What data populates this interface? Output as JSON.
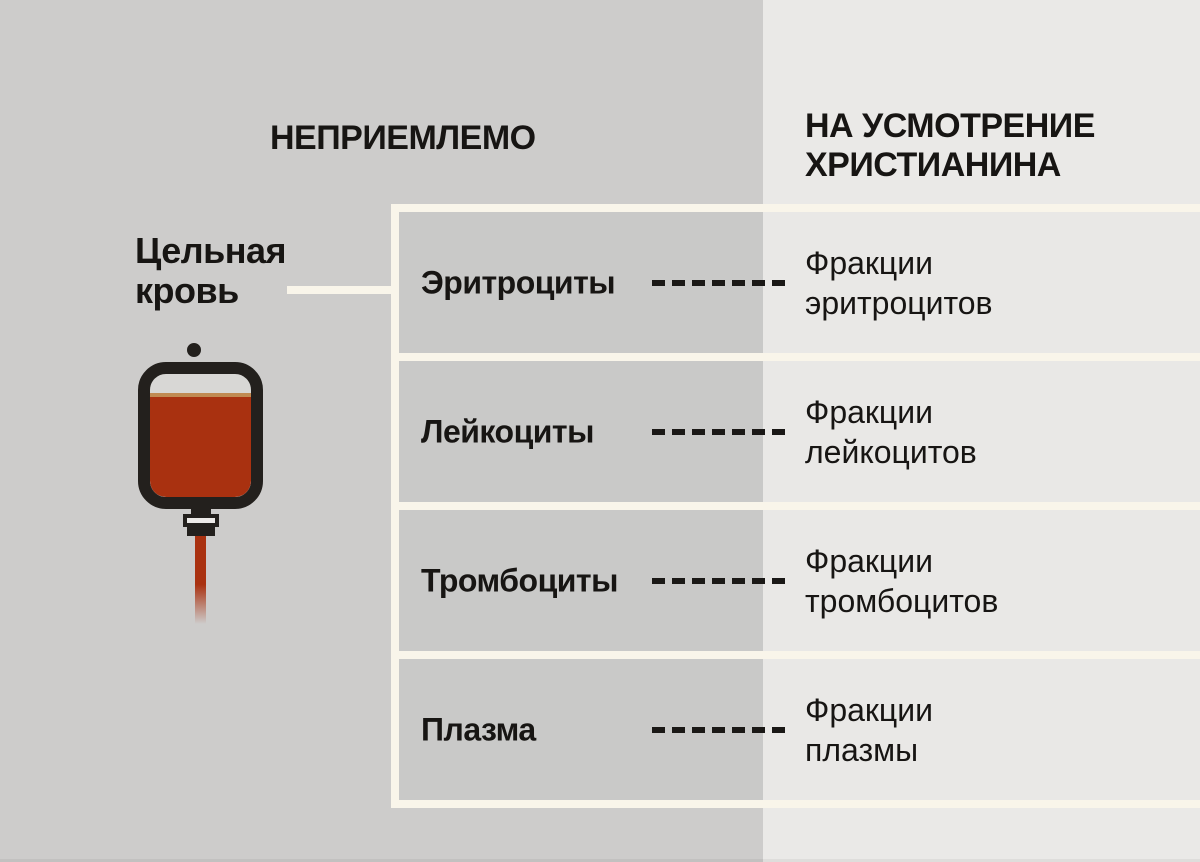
{
  "columns": {
    "left_header": "НЕПРИЕМЛЕМО",
    "right_header": "НА УСМОТРЕНИЕ\nХРИСТИАНИНА"
  },
  "source": {
    "label": "Цельная\nкровь",
    "icon": "blood-bag-icon"
  },
  "rows": [
    {
      "component": "Эритроциты",
      "fraction": "Фракции\nэритроцитов"
    },
    {
      "component": "Лейкоциты",
      "fraction": "Фракции\nлейкоцитов"
    },
    {
      "component": "Тромбоциты",
      "fraction": "Фракции\nтромбоцитов"
    },
    {
      "component": "Плазма",
      "fraction": "Фракции\nплазмы"
    }
  ],
  "colors": {
    "background_left": "#cdcccb",
    "background_right": "#eae9e7",
    "row_cell_left": "#c9c9c8",
    "row_cell_right": "#e9e8e6",
    "divider_cream": "#f9f5ea",
    "text": "#171513",
    "blood_red": "#a93110",
    "blood_meniscus": "#c08a52",
    "bag_outline": "#23201d"
  }
}
